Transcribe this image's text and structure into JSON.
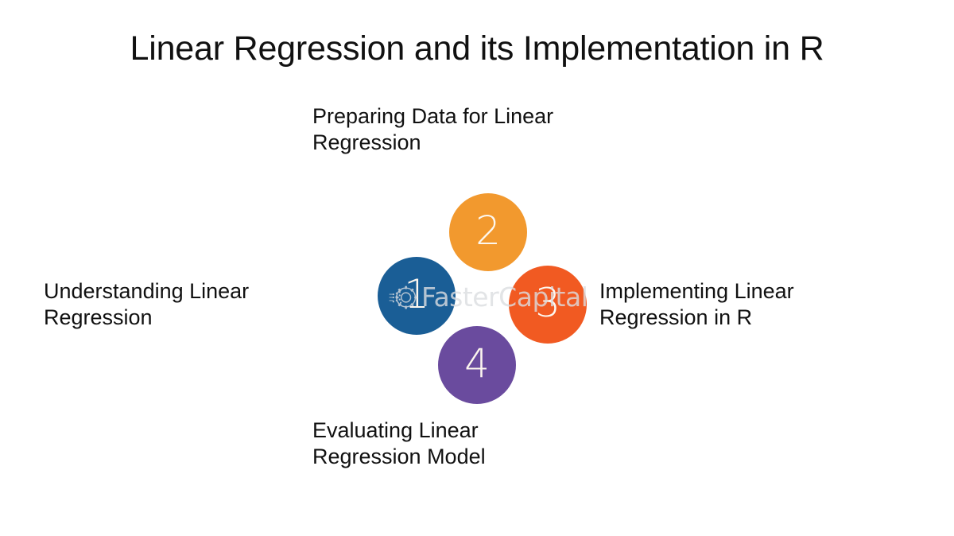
{
  "slide": {
    "title": "Linear Regression and its Implementation in R",
    "background_color": "#ffffff",
    "text_color": "#111111"
  },
  "diagram": {
    "type": "cluster-of-numbered-circles",
    "nodes": [
      {
        "number": "1",
        "label": "Understanding Linear\nRegression",
        "color": "#1a5e96",
        "color_name": "blue",
        "position": "left"
      },
      {
        "number": "2",
        "label": "Preparing Data for Linear\nRegression",
        "color": "#f2992e",
        "color_name": "amber",
        "position": "top"
      },
      {
        "number": "3",
        "label": "Implementing Linear\nRegression in R",
        "color": "#f15a22",
        "color_name": "orange-red",
        "position": "right"
      },
      {
        "number": "4",
        "label": "Evaluating Linear\nRegression Model",
        "color": "#6a4b9e",
        "color_name": "purple",
        "position": "bottom"
      }
    ]
  },
  "watermark": {
    "text": "FasterCapital",
    "icon": "gear-circuit-icon",
    "color": "#dcdee1"
  }
}
